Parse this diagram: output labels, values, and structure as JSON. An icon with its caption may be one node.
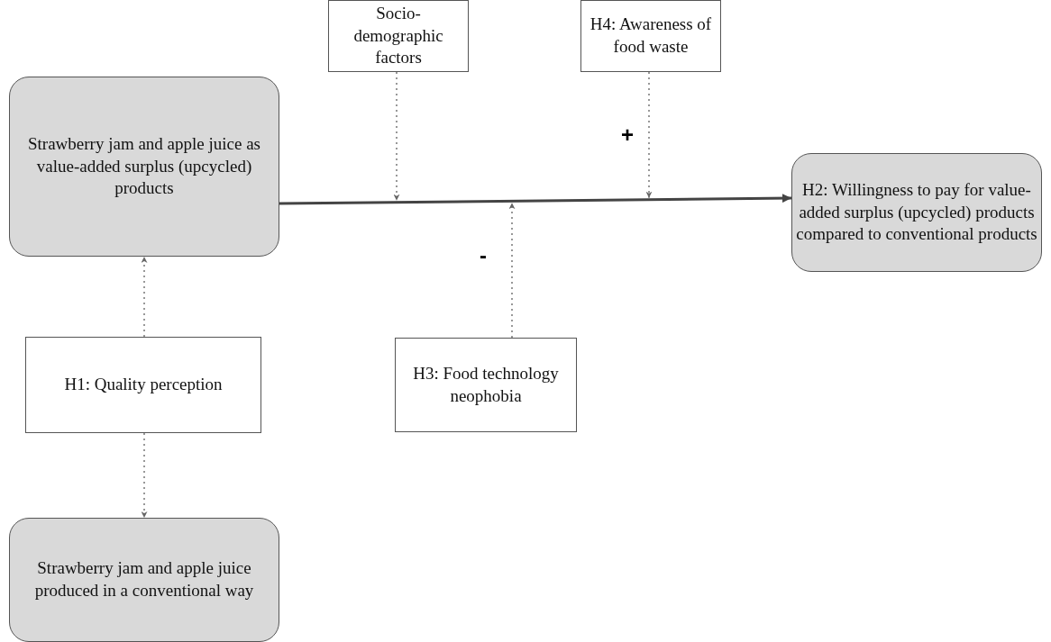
{
  "diagram": {
    "nodes": [
      {
        "text": [
          "Strawberry jam and apple juice as value-added surplus (upcycled) products"
        ]
      },
      {
        "text": [
          "Socio-demographic factors"
        ]
      },
      {
        "text": [
          "H4: Awareness of food waste"
        ]
      },
      {
        "text": [
          "H2: Willingness to pay for value-added surplus (upcycled) products compared to conventional products"
        ]
      },
      {
        "text": [
          "H1: Quality perception"
        ]
      },
      {
        "text": [
          "H3: Food technology neophobia"
        ]
      },
      {
        "text": [
          "Strawberry jam and apple juice produced in a conventional way"
        ]
      }
    ],
    "edges": [
      {
        "from": 0,
        "to": 3,
        "arrow": "to",
        "color": "#444444"
      },
      {
        "from": 1,
        "to": null,
        "arrow": "to",
        "style": "dashed"
      },
      {
        "from": 2,
        "to": null,
        "arrow": "to",
        "style": "dashed"
      },
      {
        "from": 5,
        "to": null,
        "arrow": "to",
        "style": "dashed"
      },
      {
        "from": 4,
        "to": 0,
        "arrow": "to",
        "style": "dashed"
      },
      {
        "from": 4,
        "to": 6,
        "arrow": "to",
        "style": "dashed"
      }
    ],
    "labels": [
      "+",
      "-"
    ]
  }
}
